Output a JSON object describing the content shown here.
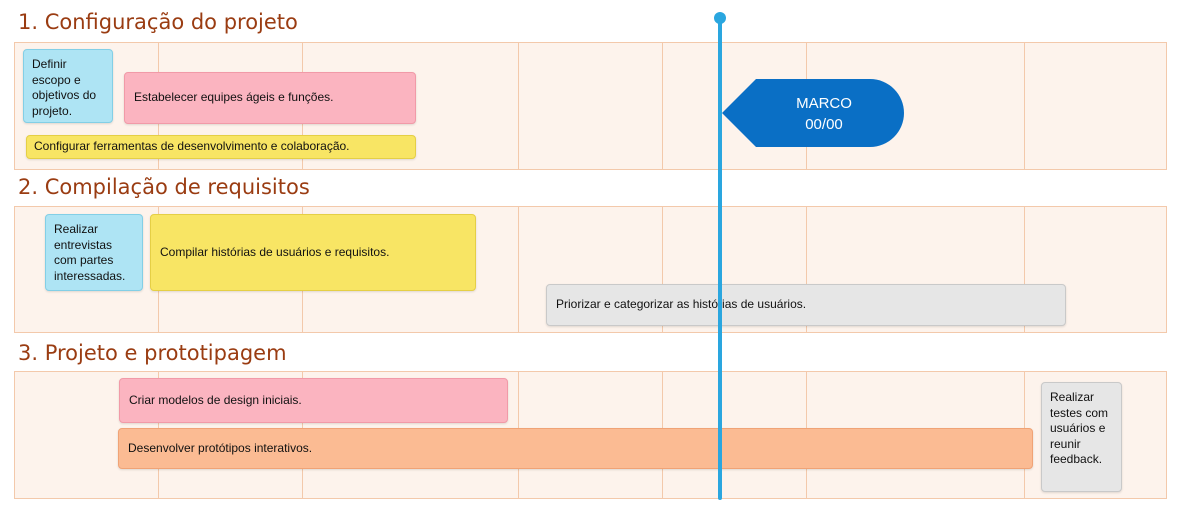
{
  "sections": [
    {
      "title": "1. Configuração do projeto"
    },
    {
      "title": "2. Compilação de requisitos"
    },
    {
      "title": "3. Projeto e prototipagem"
    }
  ],
  "tasks": {
    "s1_define_scope": "Definir escopo e objetivos do projeto.",
    "s1_teams": "Estabelecer equipes ágeis e funções.",
    "s1_tools": "Configurar ferramentas de desenvolvimento e colaboração.",
    "s2_interviews": "Realizar entrevistas com partes interessadas.",
    "s2_stories": "Compilar histórias de usuários e requisitos.",
    "s2_prioritize": "Priorizar e categorizar as histórias de usuários.",
    "s3_models": "Criar modelos de design iniciais.",
    "s3_prototypes": "Desenvolver protótipos interativos.",
    "s3_tests": "Realizar testes com usuários e reunir feedback."
  },
  "milestone": {
    "label": "MARCO",
    "date": "00/00",
    "color": "#0a6fc5"
  },
  "colors": {
    "timeline": "#2aa6df",
    "section_title": "#9a3c12",
    "band_bg": "#fdf3ec",
    "band_border": "#f3c9ab",
    "blue": "#aee4f4",
    "pink": "#fbb4c0",
    "yellow": "#f8e564",
    "gray": "#e6e6e6",
    "orange": "#fbbb93"
  }
}
